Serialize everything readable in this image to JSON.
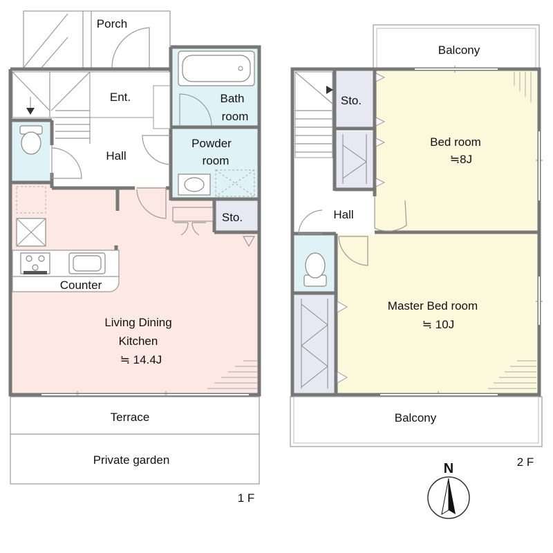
{
  "floor1": {
    "porch": "Porch",
    "entrance": "Ent.",
    "bath": [
      "Bath",
      "room"
    ],
    "hall": "Hall",
    "powder": [
      "Powder",
      "room"
    ],
    "storage": "Sto.",
    "counter": "Counter",
    "ldk": [
      "Living Dining",
      "Kitchen",
      "≒ 14.4J"
    ],
    "terrace": "Terrace",
    "garden": "Private garden",
    "floor_label": "1 F"
  },
  "floor2": {
    "balcony_top": "Balcony",
    "storage": "Sto.",
    "bedroom": [
      "Bed room",
      "≒8J"
    ],
    "hall": "Hall",
    "master": [
      "Master Bed room",
      "≒ 10J"
    ],
    "balcony_bottom": "Balcony",
    "floor_label": "2 F"
  },
  "compass": {
    "north": "N"
  },
  "colors": {
    "ldk": "#fce9e4",
    "wet": "#dff3f7",
    "bedroom": "#fbf8dc",
    "storage": "#e6e9f2",
    "wall": "#777777"
  }
}
